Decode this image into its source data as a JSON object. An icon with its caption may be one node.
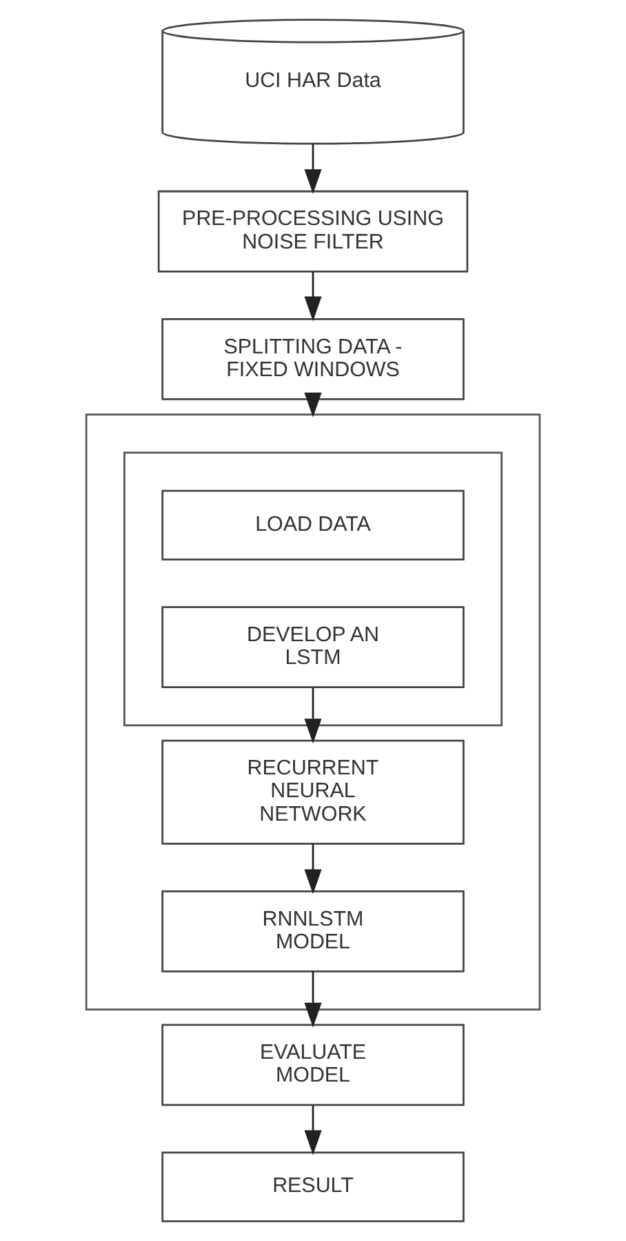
{
  "diagram": {
    "nodes": [
      {
        "text": [
          "UCI HAR Data"
        ]
      },
      {
        "text": [
          "PRE-PROCESSING USING NOISE FILTER"
        ]
      },
      {
        "text": [
          "SPLITTING DATA - FIXED WINDOWS"
        ]
      },
      {
        "text": [],
        "shape": "box"
      },
      {
        "text": [],
        "shape": "box",
        "in": 3
      },
      {
        "text": [
          "LOAD DATA"
        ],
        "in": 4
      },
      {
        "text": [
          "DEVELOP AN LSTM"
        ],
        "in": 4
      },
      {
        "text": [
          "RECURRENT NEURAL NETWORK"
        ],
        "in": 3
      },
      {
        "text": [
          "RNNLSTM MODEL"
        ],
        "in": 3
      },
      {
        "text": [
          "EVALUATE MODEL"
        ]
      },
      {
        "text": [
          "RESULT"
        ]
      }
    ],
    "edges": [
      {
        "from": 0,
        "to": 1,
        "arrow": "to"
      },
      {
        "from": 1,
        "to": 2,
        "arrow": "to"
      },
      {
        "from": 2,
        "to": 3,
        "arrow": "to"
      },
      {
        "from": 6,
        "to": 7,
        "arrow": "to"
      },
      {
        "from": 7,
        "to": 8,
        "arrow": "to"
      },
      {
        "from": 8,
        "to": 9,
        "arrow": "to"
      },
      {
        "from": 9,
        "to": 10,
        "arrow": "to"
      }
    ]
  }
}
